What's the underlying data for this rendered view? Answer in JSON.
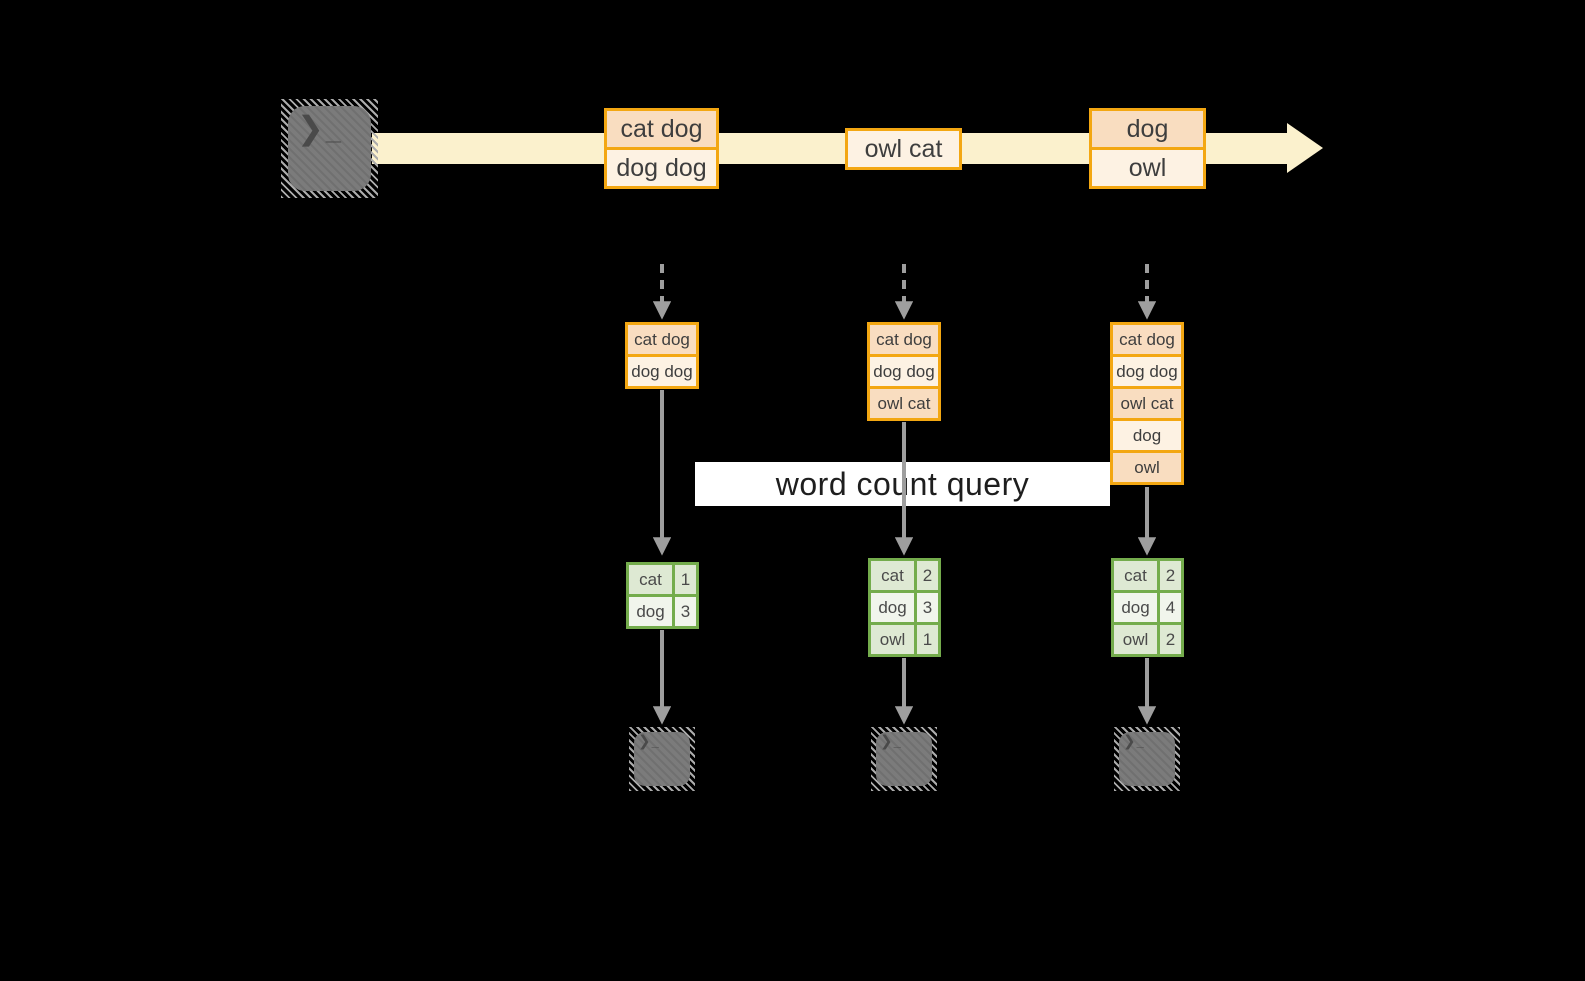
{
  "query_label": "word count query",
  "terminal_icon": {
    "chevron": "❯",
    "underscore": "_"
  },
  "stream": {
    "events": [
      {
        "rows": [
          "cat dog",
          "dog dog"
        ]
      },
      {
        "rows": [
          "owl cat"
        ]
      },
      {
        "rows": [
          "dog",
          "owl"
        ]
      }
    ]
  },
  "pipelines": [
    {
      "state_rows": [
        "cat dog",
        "dog dog"
      ],
      "counts": [
        {
          "word": "cat",
          "value": "1"
        },
        {
          "word": "dog",
          "value": "3"
        }
      ]
    },
    {
      "state_rows": [
        "cat dog",
        "dog dog",
        "owl cat"
      ],
      "counts": [
        {
          "word": "cat",
          "value": "2"
        },
        {
          "word": "dog",
          "value": "3"
        },
        {
          "word": "owl",
          "value": "1"
        }
      ]
    },
    {
      "state_rows": [
        "cat dog",
        "dog dog",
        "owl cat",
        "dog",
        "owl"
      ],
      "counts": [
        {
          "word": "cat",
          "value": "2"
        },
        {
          "word": "dog",
          "value": "4"
        },
        {
          "word": "owl",
          "value": "2"
        }
      ]
    }
  ],
  "colors": {
    "background": "#000000",
    "stream_yellow": "#FBF1CD",
    "amber_border": "#F3A712",
    "peach_fill": "#F9DDC0",
    "cream_fill": "#FDF2E3",
    "green_border": "#74AC4C",
    "green_fill": "#DEE9D3",
    "green_fill_alt": "#F1F5EC",
    "arrow_gray": "#9E9E9E",
    "terminal_gray": "#7B7B7B",
    "query_band_bg": "#FFFFFF",
    "text_dark": "#3E3E3E"
  }
}
